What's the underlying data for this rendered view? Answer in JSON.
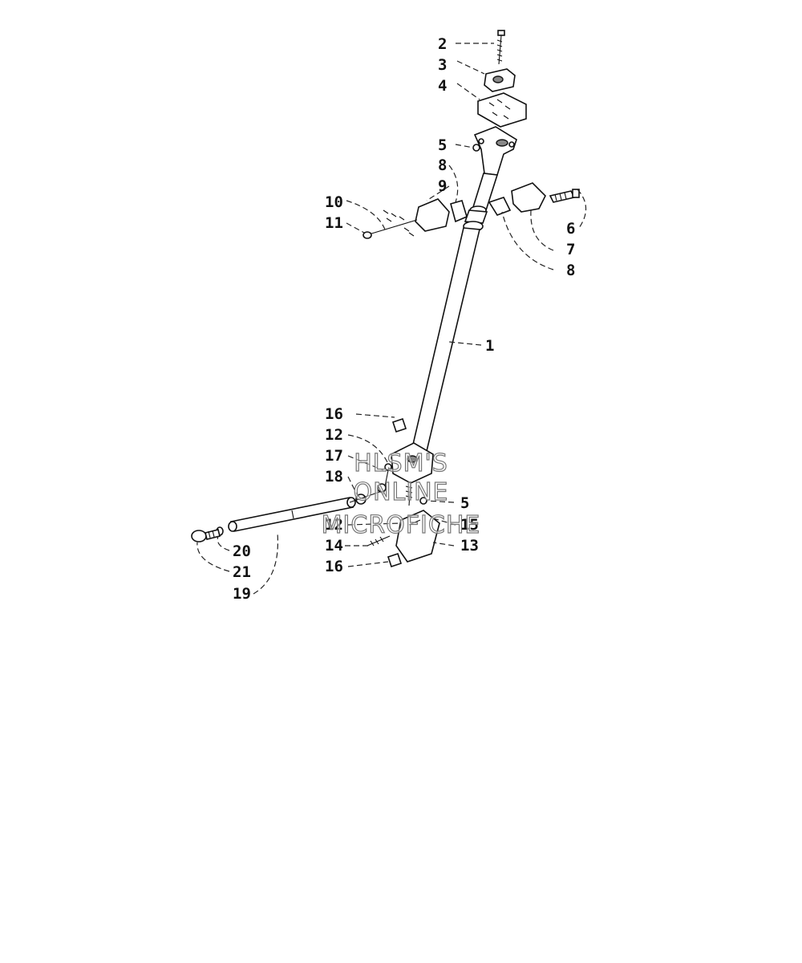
{
  "diagram": {
    "callouts": [
      "1",
      "2",
      "3",
      "4",
      "5",
      "6",
      "7",
      "8",
      "9",
      "10",
      "11",
      "12",
      "13",
      "14",
      "15",
      "16",
      "17",
      "18",
      "19",
      "20",
      "21"
    ],
    "labels": {
      "l1": "1",
      "l2": "2",
      "l3": "3",
      "l4": "4",
      "l5a": "5",
      "l5b": "5",
      "l6": "6",
      "l7": "7",
      "l8a": "8",
      "l8b": "8",
      "l9": "9",
      "l10": "10",
      "l11": "11",
      "l12a": "12",
      "l12b": "12",
      "l13": "13",
      "l14": "14",
      "l15": "15",
      "l16a": "16",
      "l16b": "16",
      "l17": "17",
      "l18": "18",
      "l19": "19",
      "l20": "20",
      "l21": "21"
    }
  },
  "watermark": {
    "line1": "HLSM'S",
    "line2": "ONLINE",
    "line3": "MICROFICHE"
  },
  "colors": {
    "ink": "#111111",
    "background": "#ffffff",
    "watermark_stroke": "#777777"
  }
}
